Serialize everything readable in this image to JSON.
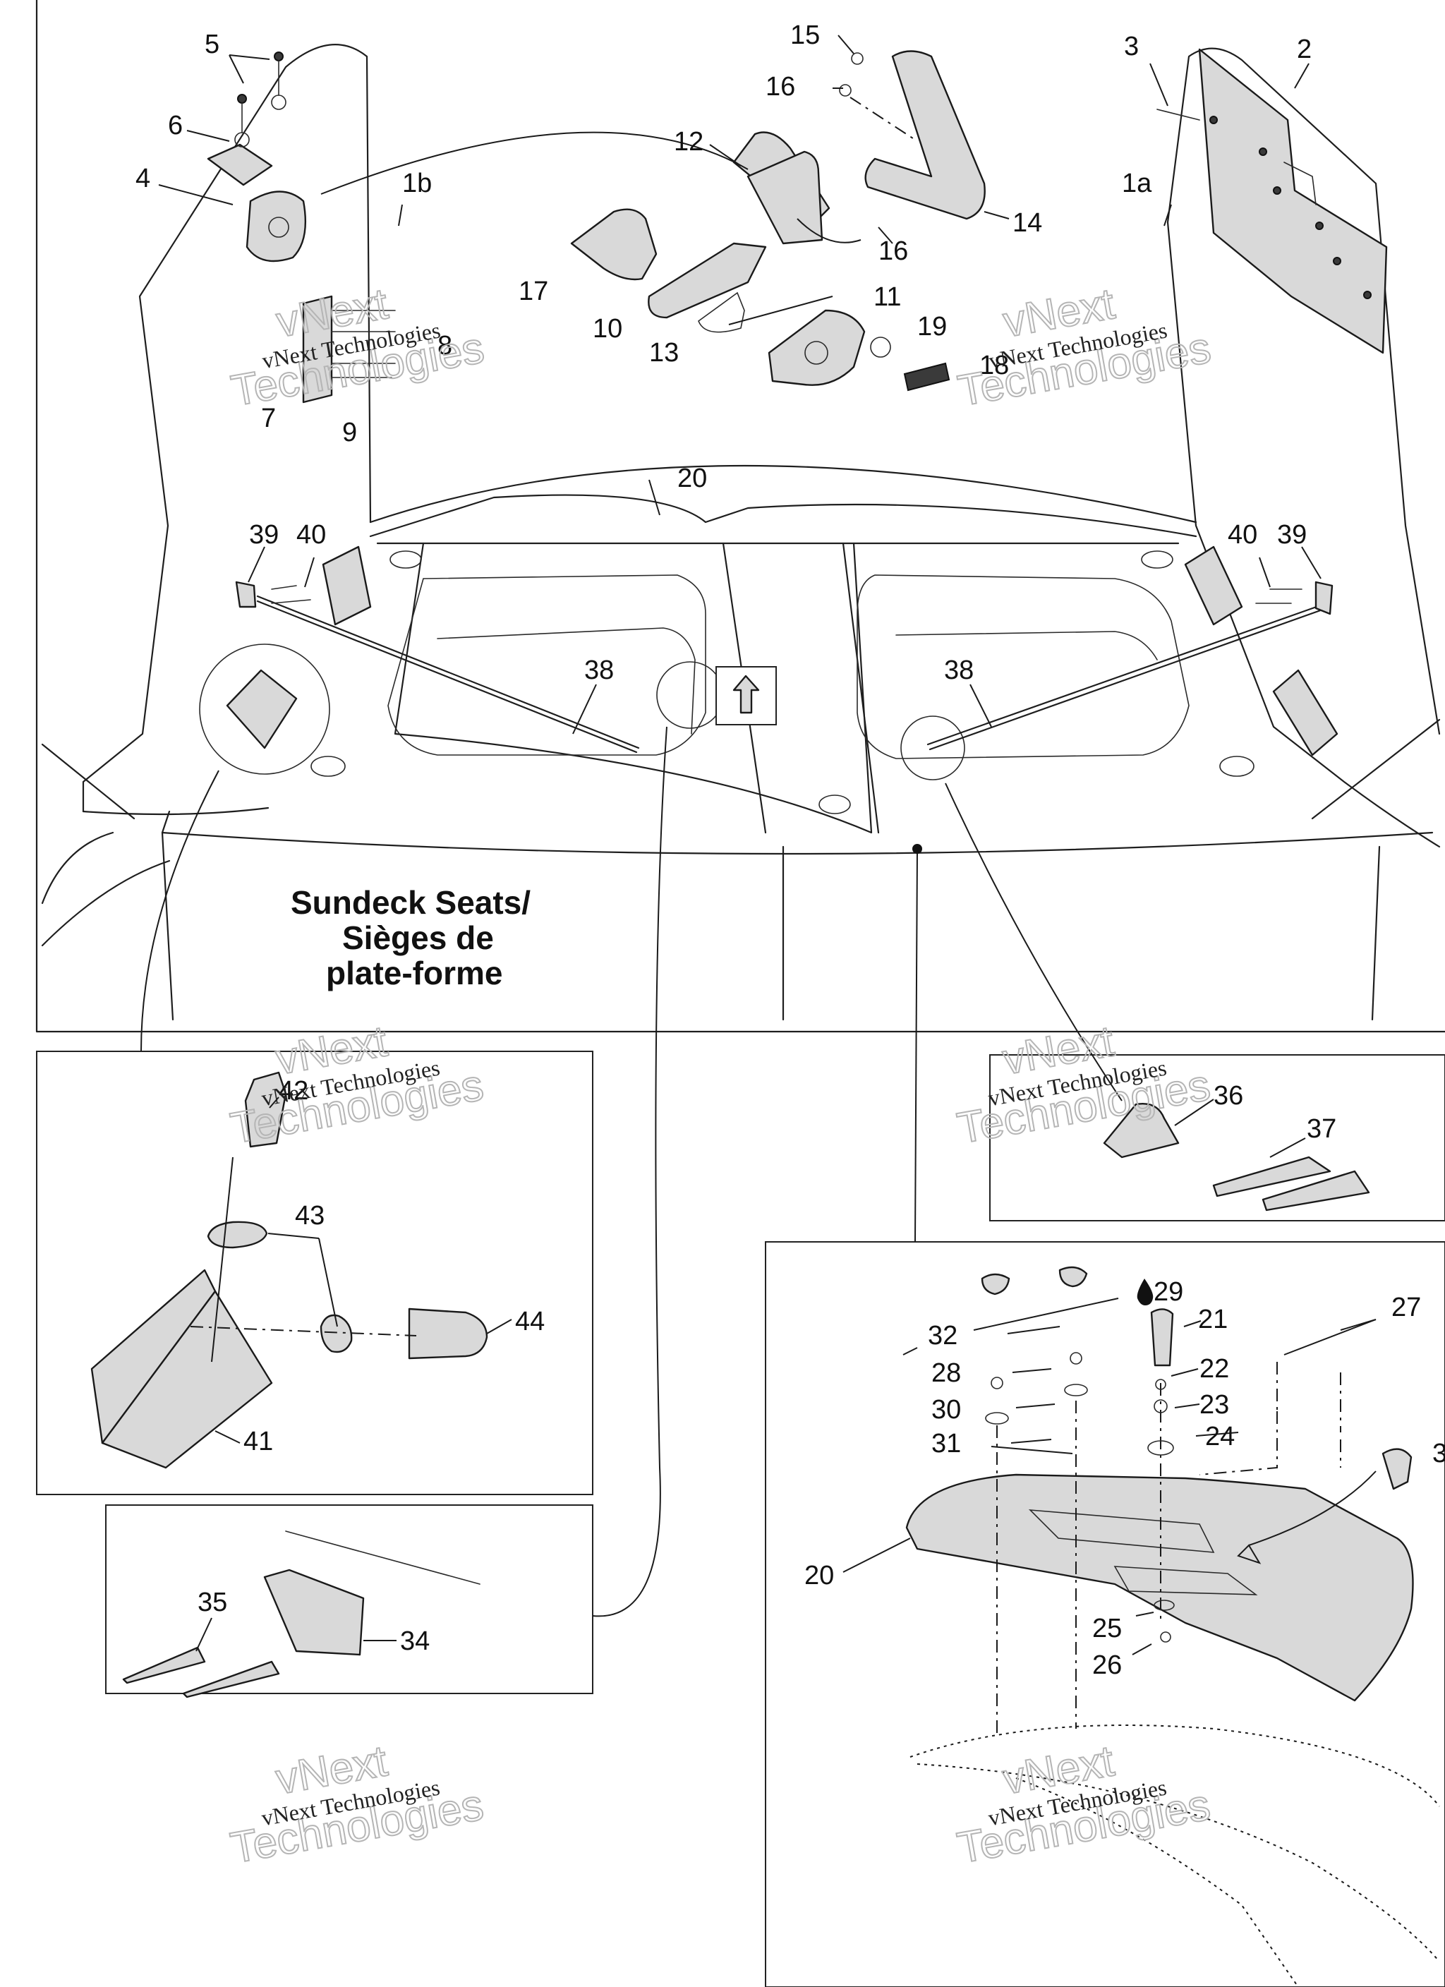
{
  "caption": {
    "line1": "Sundeck Seats/",
    "line2": "Sièges de",
    "line3": "plate-forme"
  },
  "watermark": {
    "brand": "vNext Technologies",
    "big": "Technologies",
    "small": "vNext"
  },
  "callouts": {
    "p1a": "1a",
    "p1b": "1b",
    "p2": "2",
    "p3": "3",
    "p4": "4",
    "p5": "5",
    "p6": "6",
    "p7": "7",
    "p8": "8",
    "p9": "9",
    "p10": "10",
    "p11": "11",
    "p12": "12",
    "p13": "13",
    "p14": "14",
    "p15": "15",
    "p16": "16",
    "p17": "17",
    "p18": "18",
    "p19": "19",
    "p20": "20",
    "p21": "21",
    "p22": "22",
    "p23": "23",
    "p24": "24",
    "p25": "25",
    "p26": "26",
    "p27": "27",
    "p28": "28",
    "p29": "29",
    "p30": "30",
    "p31": "31",
    "p32": "32",
    "p33": "3",
    "p34": "34",
    "p35": "35",
    "p36": "36",
    "p37": "37",
    "p38": "38",
    "p39": "39",
    "p40": "40",
    "p41": "41",
    "p42": "42",
    "p43": "43",
    "p44": "44"
  },
  "colors": {
    "line": "#1e1e1e",
    "part_fill": "#d9d9d9",
    "watermark": "#b5b5b5",
    "background": "#ffffff"
  }
}
